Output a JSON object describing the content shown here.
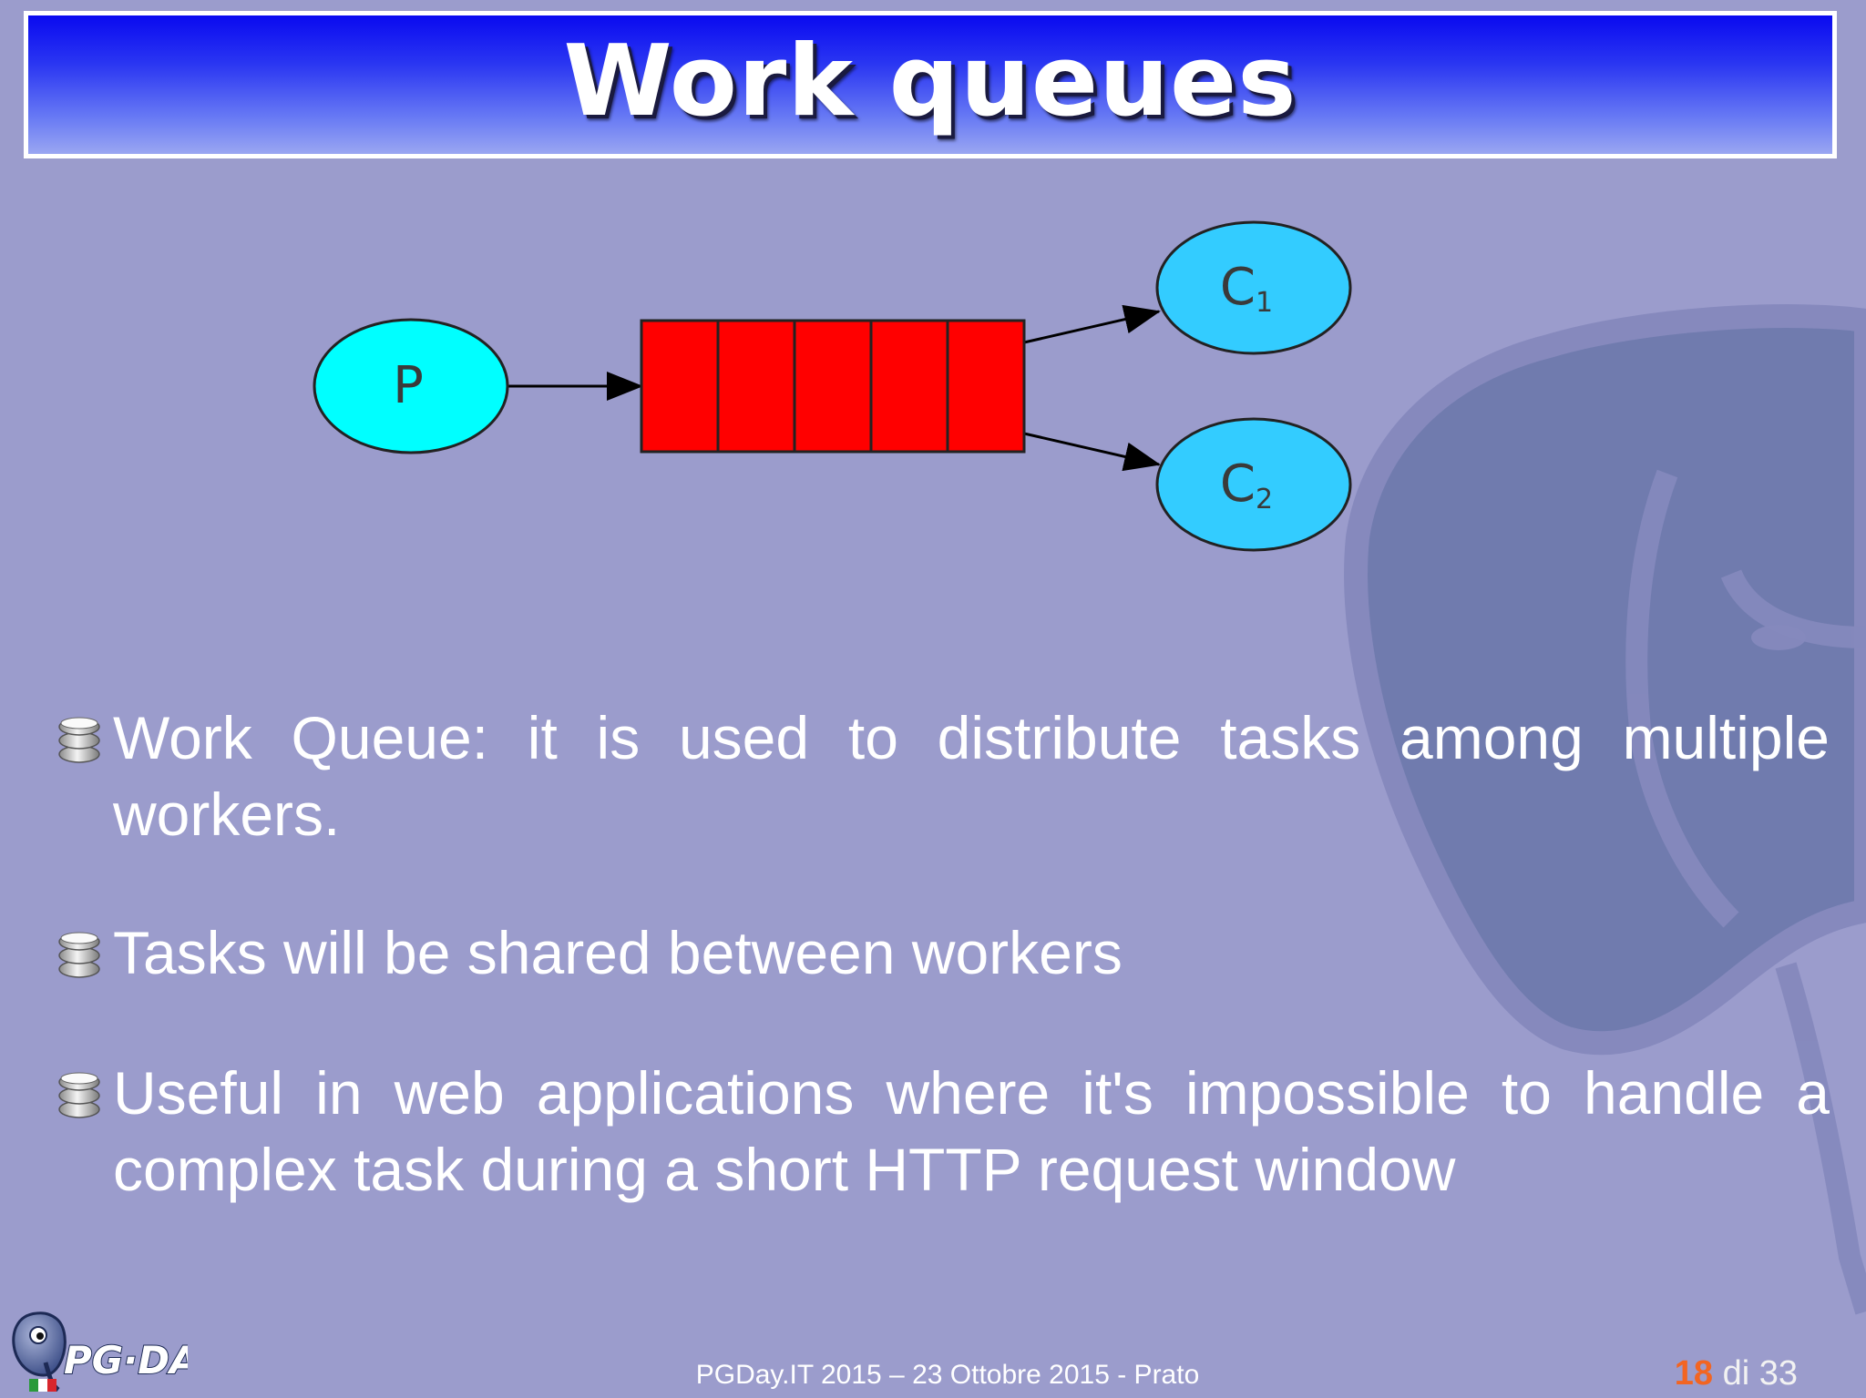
{
  "slide": {
    "title": "Work queues",
    "footer": "PGDay.IT 2015 – 23 Ottobre 2015 - Prato",
    "logo_text": "PG·DAY",
    "page": {
      "current": "18",
      "separator": "di",
      "total": "33",
      "current_color": "#f26522"
    },
    "background_color": "#9b9ccc",
    "title_gradient": [
      "#0a0af0",
      "#9aa6f2"
    ]
  },
  "diagram": {
    "producer": {
      "label": "P",
      "color": "#00ffff"
    },
    "queue": {
      "slots": 5,
      "color": "#ff0000"
    },
    "consumers": [
      {
        "label": "C",
        "subscript": "1",
        "color": "#33ccff"
      },
      {
        "label": "C",
        "subscript": "2",
        "color": "#33ccff"
      }
    ]
  },
  "bullets": [
    {
      "text": "Work Queue: it is used to distribute tasks among multiple workers."
    },
    {
      "text": "Tasks will be shared between workers"
    },
    {
      "text": "Useful in web applications where it's impossible to handle a complex task during a short HTTP request window"
    }
  ],
  "icons": {
    "bullet": "database-icon",
    "background": "elephant-icon",
    "logo": "pgday-logo-icon"
  }
}
